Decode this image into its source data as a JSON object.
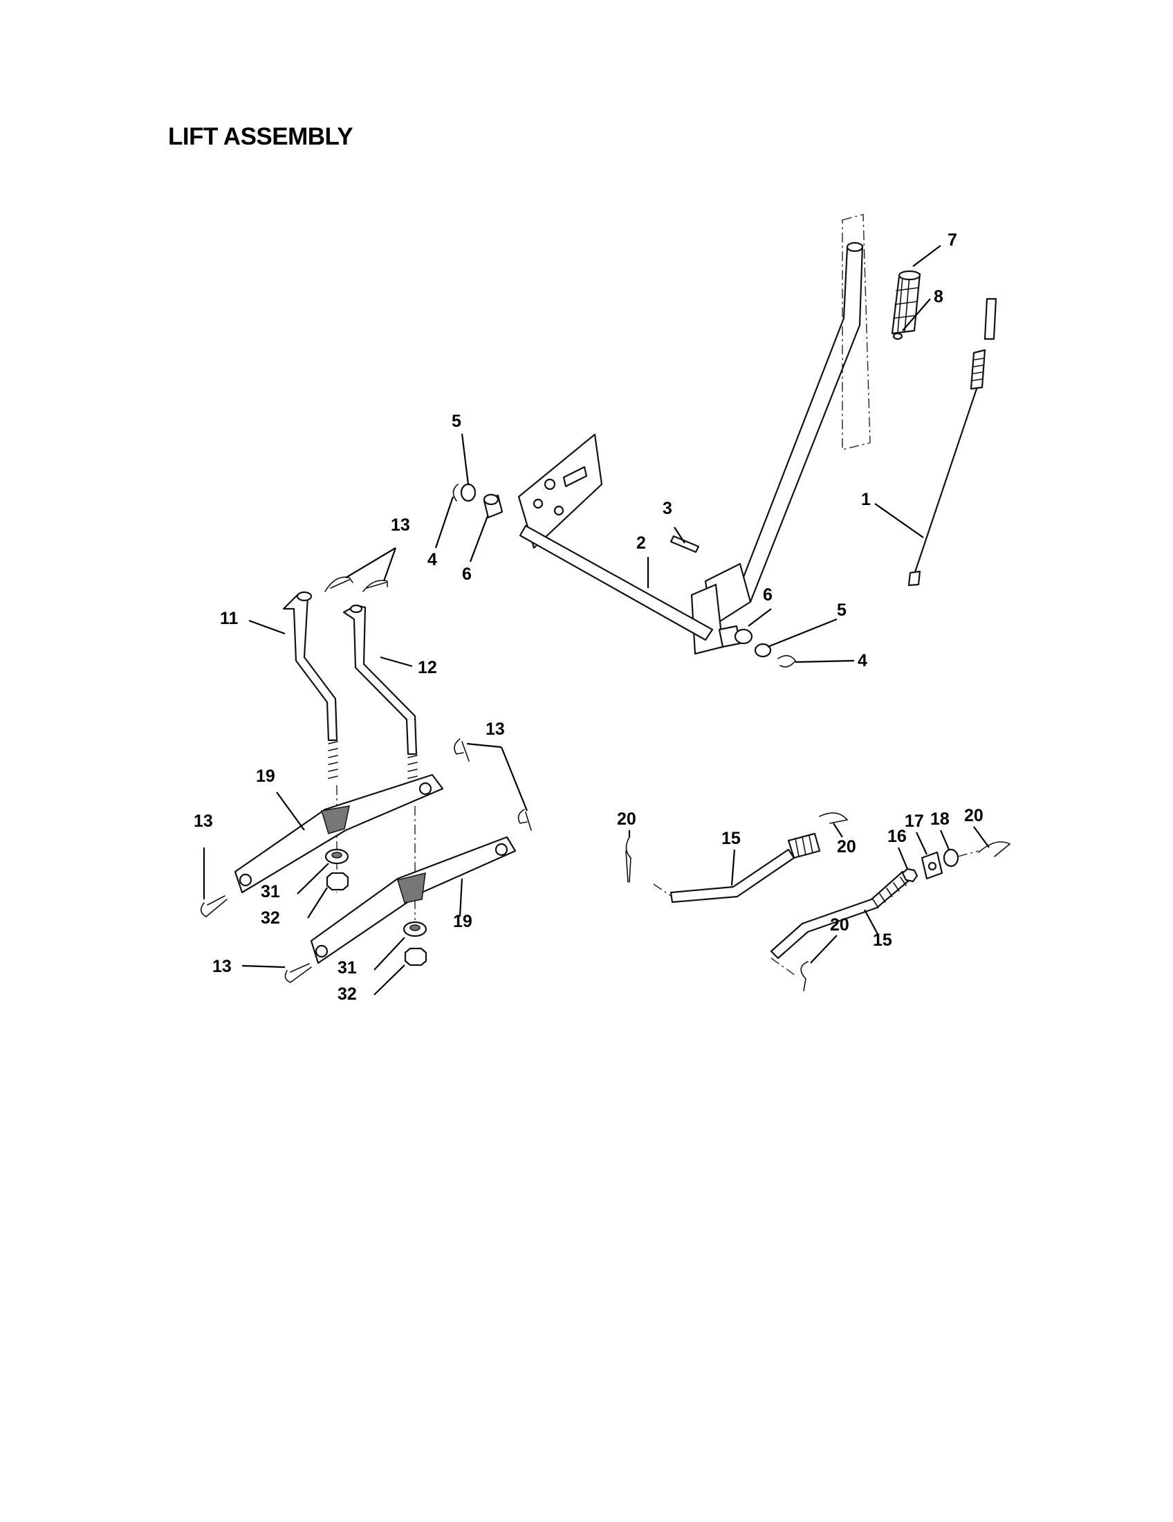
{
  "title": "LIFT ASSEMBLY",
  "callouts": [
    {
      "id": "c7",
      "text": "7"
    },
    {
      "id": "c8",
      "text": "8"
    },
    {
      "id": "c1",
      "text": "1"
    },
    {
      "id": "c5a",
      "text": "5"
    },
    {
      "id": "c4a",
      "text": "4"
    },
    {
      "id": "c6a",
      "text": "6"
    },
    {
      "id": "c3",
      "text": "3"
    },
    {
      "id": "c2",
      "text": "2"
    },
    {
      "id": "c6b",
      "text": "6"
    },
    {
      "id": "c5b",
      "text": "5"
    },
    {
      "id": "c4b",
      "text": "4"
    },
    {
      "id": "c13a",
      "text": "13"
    },
    {
      "id": "c11",
      "text": "11"
    },
    {
      "id": "c12",
      "text": "12"
    },
    {
      "id": "c13b",
      "text": "13"
    },
    {
      "id": "c19a",
      "text": "19"
    },
    {
      "id": "c13c",
      "text": "13"
    },
    {
      "id": "c31a",
      "text": "31"
    },
    {
      "id": "c32a",
      "text": "32"
    },
    {
      "id": "c19b",
      "text": "19"
    },
    {
      "id": "c13d",
      "text": "13"
    },
    {
      "id": "c31b",
      "text": "31"
    },
    {
      "id": "c32b",
      "text": "32"
    },
    {
      "id": "c20a",
      "text": "20"
    },
    {
      "id": "c15a",
      "text": "15"
    },
    {
      "id": "c20b",
      "text": "20"
    },
    {
      "id": "c16",
      "text": "16"
    },
    {
      "id": "c17",
      "text": "17"
    },
    {
      "id": "c18",
      "text": "18"
    },
    {
      "id": "c20c",
      "text": "20"
    },
    {
      "id": "c20d",
      "text": "20"
    },
    {
      "id": "c15b",
      "text": "15"
    }
  ]
}
